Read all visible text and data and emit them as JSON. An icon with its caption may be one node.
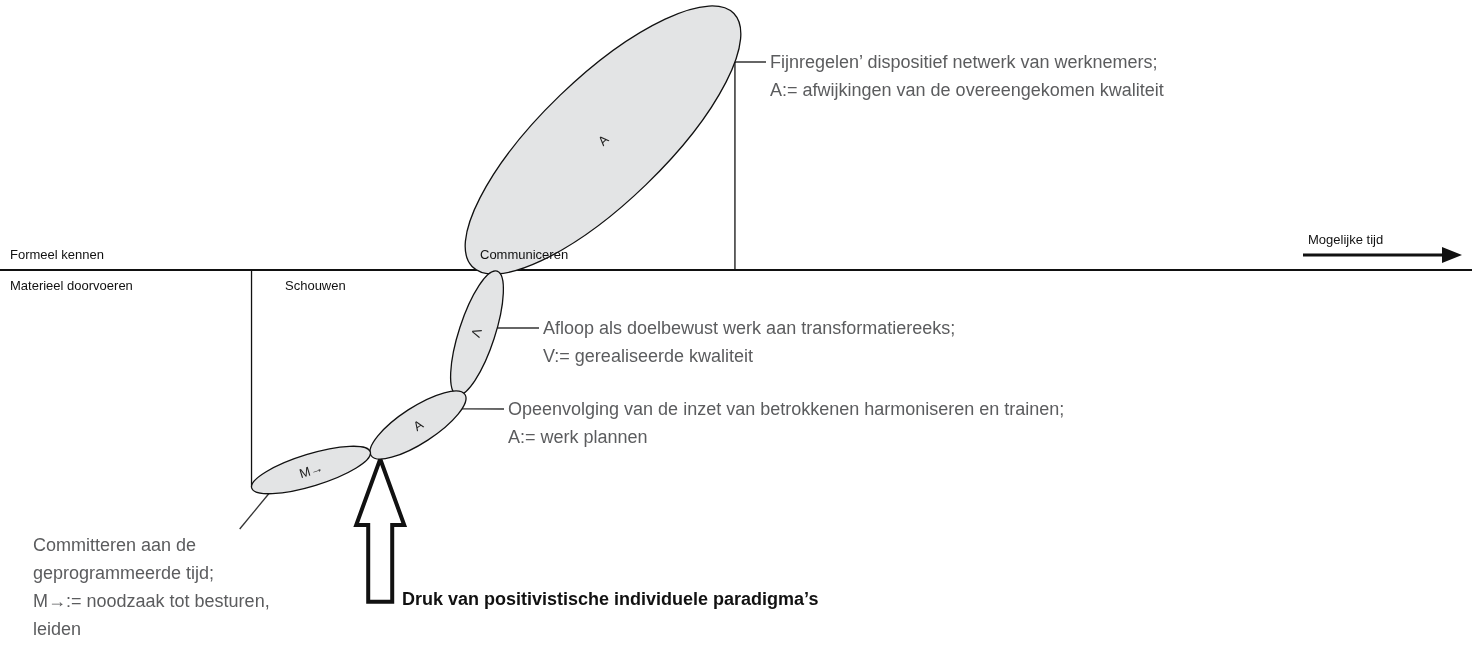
{
  "diagram": {
    "nodes": [
      {
        "text": [
          "A"
        ]
      },
      {
        "text": [
          "V"
        ]
      },
      {
        "text": [
          "A"
        ]
      },
      {
        "text": [
          "M→"
        ]
      },
      {
        "text": [
          "Fijnregelen’ dispositief netwerk van werknemers;",
          "A:= afwijkingen van de overeengekomen kwaliteit"
        ]
      },
      {
        "text": [
          "Afloop als doelbewust werk aan transformatiereeks;",
          "V:= gerealiseerde kwaliteit"
        ]
      },
      {
        "text": [
          "Opeenvolging van de inzet van betrokkenen harmoniseren en trainen;",
          "A:= werk plannen"
        ]
      },
      {
        "text": [
          "Committeren aan de geprogrammeerde tijd;",
          "M→:= noodzaak tot besturen, leiden"
        ]
      },
      {
        "text": [
          "Druk van positivistische individuele paradigma’s"
        ]
      }
    ],
    "edges": [
      {
        "from": 4,
        "to": 0,
        "arrow": "none"
      },
      {
        "from": 5,
        "to": 1,
        "arrow": "none"
      },
      {
        "from": 6,
        "to": 2,
        "arrow": "none"
      },
      {
        "from": 7,
        "to": 3,
        "arrow": "none"
      },
      {
        "from": 8,
        "to": 2,
        "arrow": "to",
        "style": "thick"
      }
    ],
    "labels": [
      "Formeel kennen",
      "Mogelijke tijd",
      "Communiceren",
      "Materieel doorvoeren",
      "Schouwen"
    ]
  }
}
